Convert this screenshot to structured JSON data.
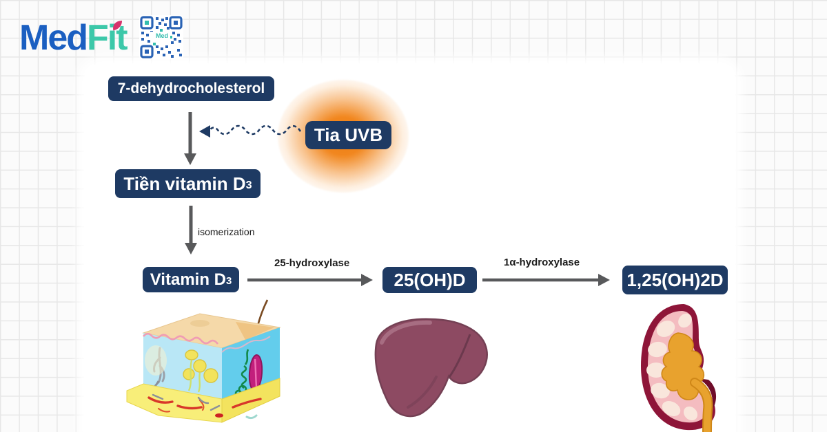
{
  "logo": {
    "med": "Med",
    "fit": "Fit",
    "qr_label": "Med"
  },
  "flowchart": {
    "nodes": {
      "dhc": "7-dehydrocholesterol",
      "uvb": "Tia UVB",
      "previt": {
        "text": "Tiền vitamin D",
        "sub": "3"
      },
      "vitd": {
        "text": "Vitamin D",
        "sub": "3"
      },
      "ohd": "25(OH)D",
      "dohd": "1,25(OH)2D"
    },
    "labels": {
      "isomerization": "isomerization",
      "hydroxylase25": "25-hydroxylase",
      "hydroxylase1a": "1α-hydroxylase"
    }
  },
  "colors": {
    "node_navy": "#1e3a63",
    "arrow_gray": "#58595b",
    "glow_orange": "#ef7c0f",
    "logo_blue": "#1b5fc1",
    "logo_teal": "#3cc8a9",
    "leaf_pink": "#d6336c"
  }
}
